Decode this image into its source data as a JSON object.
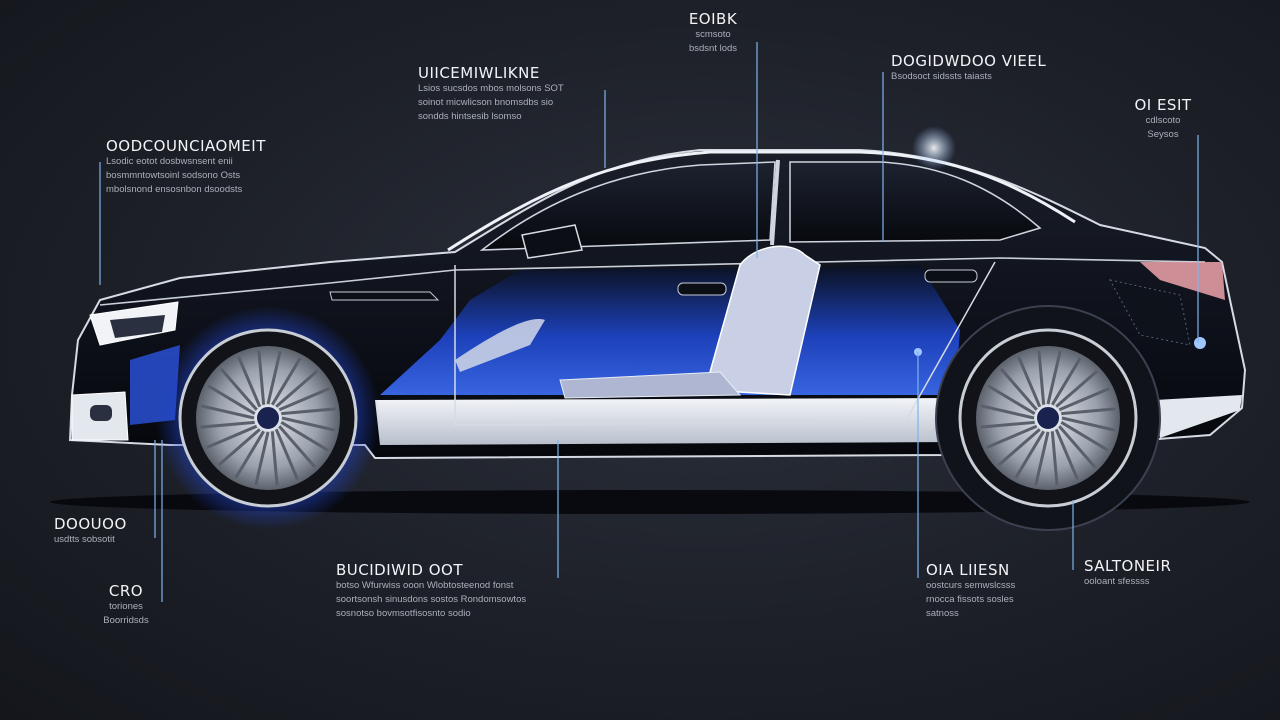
{
  "callouts": [
    {
      "id": "top-center",
      "title": "EOIBK",
      "desc": [
        "scmsoto",
        "bsdsnt lods"
      ]
    },
    {
      "id": "top-left",
      "title": "UIICEMIWLIKNE",
      "desc": [
        "Lsios sucsdos mbos molsons SOT",
        "soinot micwlicson bnomsdbs sio",
        "sondds hintsesib lsomso"
      ]
    },
    {
      "id": "top-right",
      "title": "DOGIDWDOO VIEEL",
      "desc": [
        "Bsodsoct sidssts taiasts"
      ]
    },
    {
      "id": "far-right",
      "title": "OI ESIT",
      "desc": [
        "cdlscoto",
        "Seysos"
      ]
    },
    {
      "id": "left",
      "title": "OODCOUNCIAOMEIT",
      "desc": [
        "Lsodic eotot dosbwsnsent enii",
        "bosmmntowtsoinl sodsono Osts",
        "mbolsnond ensosnbon dsoodsts"
      ]
    },
    {
      "id": "bottom-left-1",
      "title": "DOOUOO",
      "desc": [
        "usdtts sobsotit"
      ]
    },
    {
      "id": "bottom-left-2",
      "title": "CRO",
      "desc": [
        "toriones",
        "Boorridsds"
      ]
    },
    {
      "id": "bottom-center",
      "title": "BUCIDIWID OOT",
      "desc": [
        "botso Wfurwiss ooon Wlobtosteenod fonst",
        "soortsonsh sinusdons sostos Rondomsowtos",
        "sosnotso bovmsotfisosnto sodio"
      ]
    },
    {
      "id": "bottom-right-1",
      "title": "OIA LIIESN",
      "desc": [
        "oostcurs semwslcsss",
        "rnocca fissots sosles",
        "satnoss"
      ]
    },
    {
      "id": "bottom-right-2",
      "title": "SALTONEIR",
      "desc": [
        "ooloant sfessss"
      ]
    }
  ]
}
